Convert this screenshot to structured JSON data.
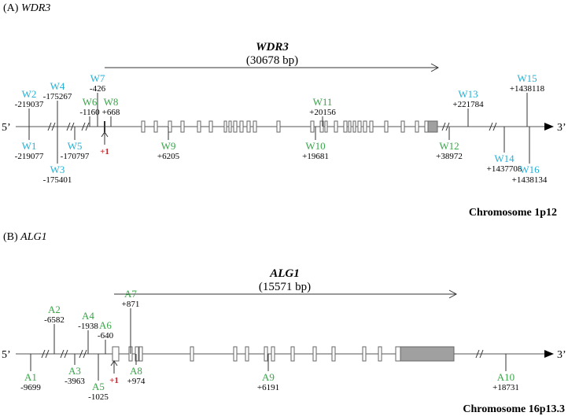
{
  "panels": [
    {
      "label": "(A) ",
      "gene_italic": "WDR3",
      "gene_bold": "WDR3",
      "size": "(30678 bp)",
      "five": "5’",
      "three": "3’",
      "chromosome": "Chromosome 1p12",
      "plus_one": "+1",
      "markers": [
        {
          "id": "W1",
          "pos": "-219077",
          "color": "#26b0d6"
        },
        {
          "id": "W2",
          "pos": "-219037",
          "color": "#26b0d6"
        },
        {
          "id": "W3",
          "pos": "-175401",
          "color": "#26b0d6"
        },
        {
          "id": "W4",
          "pos": "-175267",
          "color": "#26b0d6"
        },
        {
          "id": "W5",
          "pos": "-170797",
          "color": "#26b0d6"
        },
        {
          "id": "W6",
          "pos": "-1160",
          "color": "#3aa54a"
        },
        {
          "id": "W7",
          "pos": "-426",
          "color": "#26b0d6"
        },
        {
          "id": "W8",
          "pos": "+668",
          "color": "#3aa54a"
        },
        {
          "id": "W9",
          "pos": "+6205",
          "color": "#3aa54a"
        },
        {
          "id": "W10",
          "pos": "+19681",
          "color": "#3aa54a"
        },
        {
          "id": "W11",
          "pos": "+20156",
          "color": "#3aa54a"
        },
        {
          "id": "W12",
          "pos": "+38972",
          "color": "#3aa54a"
        },
        {
          "id": "W13",
          "pos": "+221784",
          "color": "#26b0d6"
        },
        {
          "id": "W14",
          "pos": "+1437708",
          "color": "#26b0d6"
        },
        {
          "id": "W15",
          "pos": "+1438118",
          "color": "#26b0d6"
        },
        {
          "id": "W16",
          "pos": "+1438134",
          "color": "#26b0d6"
        }
      ]
    },
    {
      "label": "(B) ",
      "gene_italic": "ALG1",
      "gene_bold": "ALG1",
      "size": "(15571 bp)",
      "five": "5’",
      "three": "3’",
      "chromosome": "Chromosome 16p13.3",
      "plus_one": "+1",
      "markers": [
        {
          "id": "A1",
          "pos": "-9699",
          "color": "#3aa54a"
        },
        {
          "id": "A2",
          "pos": "-6582",
          "color": "#3aa54a"
        },
        {
          "id": "A3",
          "pos": "-3963",
          "color": "#3aa54a"
        },
        {
          "id": "A4",
          "pos": "-1938",
          "color": "#3aa54a"
        },
        {
          "id": "A5",
          "pos": "-1025",
          "color": "#3aa54a"
        },
        {
          "id": "A6",
          "pos": "-640",
          "color": "#3aa54a"
        },
        {
          "id": "A7",
          "pos": "+871",
          "color": "#3aa54a"
        },
        {
          "id": "A8",
          "pos": "+974",
          "color": "#3aa54a"
        },
        {
          "id": "A9",
          "pos": "+6191",
          "color": "#3aa54a"
        },
        {
          "id": "A10",
          "pos": "+18731",
          "color": "#3aa54a"
        }
      ]
    }
  ],
  "colors": {
    "line": "#555555",
    "exon_fill": "#ffffff",
    "utr_fill": "#a0a0a0",
    "plus_one": "#c0282d",
    "text": "#000000"
  }
}
